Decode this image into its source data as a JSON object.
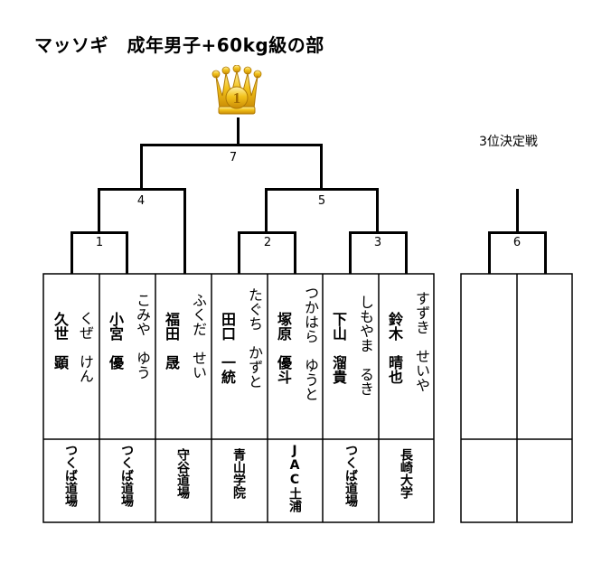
{
  "title": "マッソギ　成年男子+60kg級の部",
  "third_place_title": "3位決定戦",
  "champion_rank": "1",
  "matches": [
    "1",
    "2",
    "3",
    "4",
    "5",
    "6",
    "7"
  ],
  "competitors": [
    {
      "kana": "くぜ　けん",
      "name": "久世　顕",
      "club": "つくば道場"
    },
    {
      "kana": "こみや　ゆう",
      "name": "小宮　優",
      "club": "つくば道場"
    },
    {
      "kana": "ふくだ　せい",
      "name": "福田　晟",
      "club": "守谷道場"
    },
    {
      "kana": "たぐち　かずと",
      "name": "田口　一統",
      "club": "青山学院"
    },
    {
      "kana": "つかはら　ゆうと",
      "name": "塚原　優斗",
      "club": "JAC土浦"
    },
    {
      "kana": "しもやま　るき",
      "name": "下山　溜貴",
      "club": "つくば道場"
    },
    {
      "kana": "すずき　せいや",
      "name": "鈴木　晴也",
      "club": "長崎大学"
    }
  ],
  "colors": {
    "line": "#000000",
    "crown_gold": "#f2c21b",
    "crown_dark": "#c98a05",
    "crown_light": "#fff2a8"
  }
}
